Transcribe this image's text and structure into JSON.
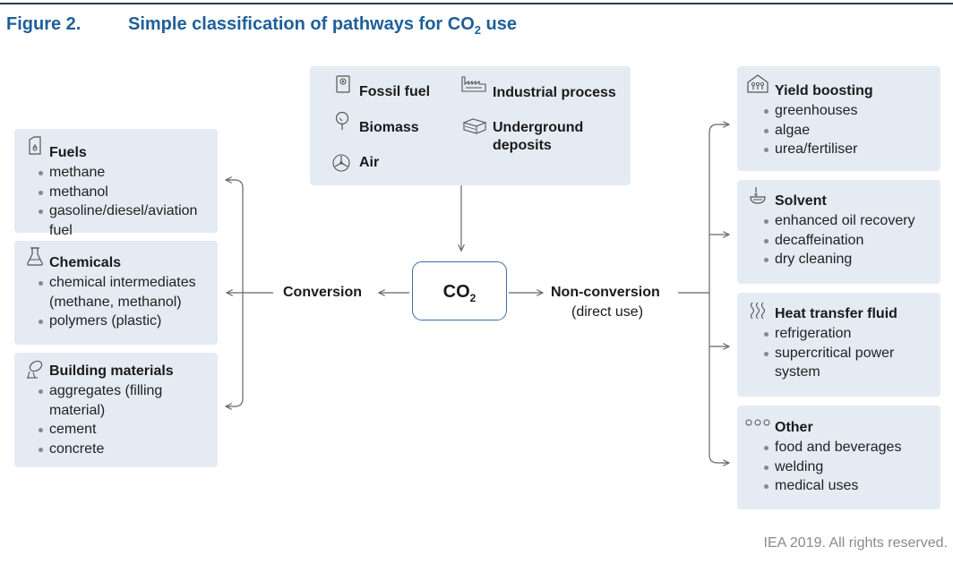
{
  "header": {
    "figure_label": "Figure 2.",
    "title_prefix": "Simple classification of pathways for CO",
    "title_sub": "2",
    "title_suffix": " use"
  },
  "sources": {
    "fossil_fuel": "Fossil fuel",
    "industrial_process": "Industrial process",
    "biomass": "Biomass",
    "underground_deposits_line1": "Underground",
    "underground_deposits_line2": "deposits",
    "air": "Air"
  },
  "center": {
    "co2_main": "CO",
    "co2_sub": "2"
  },
  "conversion": {
    "label": "Conversion",
    "fuels": {
      "title": "Fuels",
      "items": [
        "methane",
        "methanol",
        "gasoline/diesel/aviation fuel"
      ]
    },
    "chemicals": {
      "title": "Chemicals",
      "items": [
        "chemical intermediates (methane, methanol)",
        "polymers (plastic)"
      ]
    },
    "building": {
      "title": "Building materials",
      "items": [
        "aggregates (filling material)",
        "cement",
        "concrete"
      ]
    }
  },
  "non_conversion": {
    "label": "Non-conversion",
    "sublabel": "(direct use)",
    "yield": {
      "title": "Yield boosting",
      "items": [
        "greenhouses",
        "algae",
        "urea/fertiliser"
      ]
    },
    "solvent": {
      "title": "Solvent",
      "items": [
        "enhanced oil recovery",
        "decaffeination",
        "dry cleaning"
      ]
    },
    "heat": {
      "title": "Heat transfer fluid",
      "items": [
        "refrigeration",
        "supercritical power system"
      ]
    },
    "other": {
      "title": "Other",
      "items": [
        "food and beverages",
        "welding",
        "medical uses"
      ]
    }
  },
  "footer": {
    "copyright": "IEA 2019. All rights reserved."
  },
  "colors": {
    "title_blue": "#1f5f99",
    "box_fill": "#e4ebf3",
    "co2_border": "#3d6ea6",
    "connector": "#666666",
    "icon": "#555555"
  },
  "icons": [
    "jerrycan-icon",
    "flask-icon",
    "mixer-icon",
    "greenhouse-icon",
    "solvent-drop-icon",
    "heat-waves-icon",
    "dots-icon",
    "fuel-can-icon",
    "factory-icon",
    "tree-icon",
    "strata-icon",
    "turbine-icon"
  ]
}
